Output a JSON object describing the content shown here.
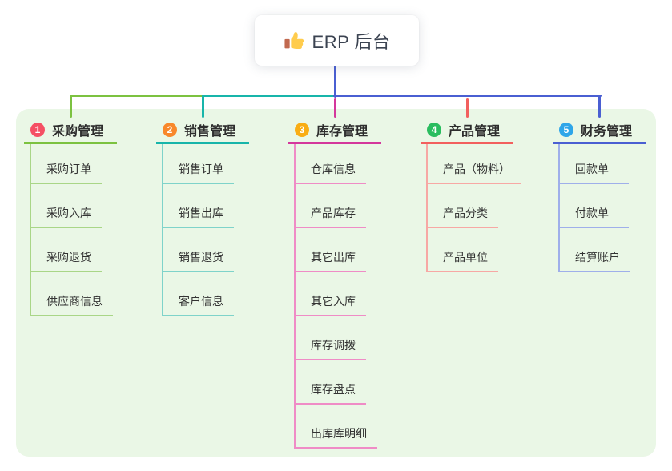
{
  "root": {
    "title": "ERP 后台",
    "icon": "thumbs-up",
    "icon_colors": {
      "hand": "#ffcc4d",
      "cuff": "#c1694f"
    }
  },
  "panel": {
    "background": "#eaf7e6"
  },
  "branches": [
    {
      "num": "1",
      "label": "采购管理",
      "badge_color": "#f55064",
      "line_color": "#7cc240",
      "item_line_color": "#a9d687",
      "items": [
        "采购订单",
        "采购入库",
        "采购退货",
        "供应商信息"
      ]
    },
    {
      "num": "2",
      "label": "销售管理",
      "badge_color": "#f8882b",
      "line_color": "#18b5aa",
      "item_line_color": "#7fd3ca",
      "items": [
        "销售订单",
        "销售出库",
        "销售退货",
        "客户信息"
      ]
    },
    {
      "num": "3",
      "label": "库存管理",
      "badge_color": "#f9ad14",
      "line_color": "#d4379c",
      "item_line_color": "#ef8cc6",
      "items": [
        "仓库信息",
        "产品库存",
        "其它出库",
        "其它入库",
        "库存调拨",
        "库存盘点",
        "出库库明细"
      ]
    },
    {
      "num": "4",
      "label": "产品管理",
      "badge_color": "#2abd5f",
      "line_color": "#f2605e",
      "item_line_color": "#f7a8a4",
      "items": [
        "产品（物料）",
        "产品分类",
        "产品单位"
      ]
    },
    {
      "num": "5",
      "label": "财务管理",
      "badge_color": "#2fa6e9",
      "line_color": "#4a5fd2",
      "item_line_color": "#9fafea",
      "items": [
        "回款单",
        "付款单",
        "结算账户"
      ]
    }
  ]
}
